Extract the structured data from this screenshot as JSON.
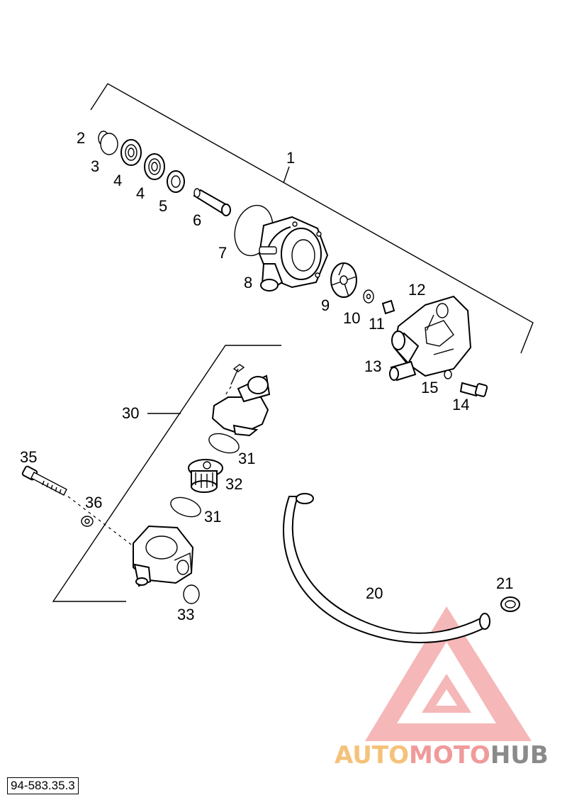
{
  "diagram": {
    "callouts": {
      "c1": "1",
      "c2": "2",
      "c3": "3",
      "c4a": "4",
      "c4b": "4",
      "c5": "5",
      "c6": "6",
      "c7": "7",
      "c8": "8",
      "c9": "9",
      "c10": "10",
      "c11": "11",
      "c12": "12",
      "c13": "13",
      "c14": "14",
      "c15": "15",
      "c20": "20",
      "c21": "21",
      "c30": "30",
      "c31a": "31",
      "c31b": "31",
      "c32": "32",
      "c33": "33",
      "c35": "35",
      "c36": "36"
    },
    "reference_code": "94-583.35.3"
  },
  "watermark": {
    "part1": "AUTO",
    "part2": "MOTO",
    "part3": "HUB",
    "color_auto": "#f5c27a",
    "color_moto": "#f09a9a",
    "color_hub": "#8a8a8a",
    "triangle_color": "#f08a8a"
  }
}
